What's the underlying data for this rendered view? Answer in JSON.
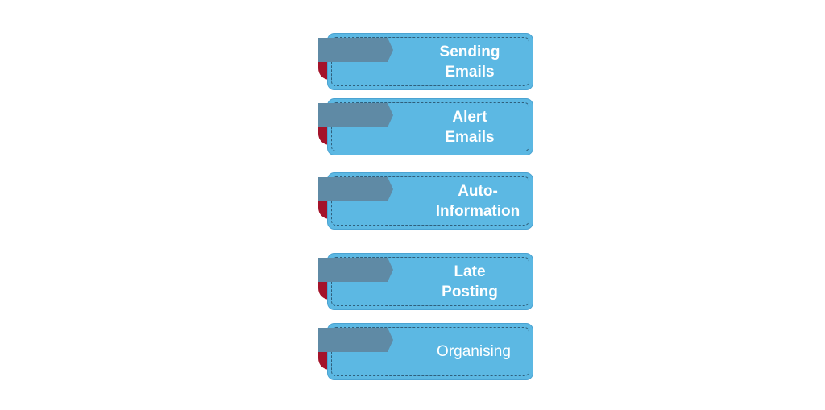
{
  "colors": {
    "card_fill": "#5cb8e3",
    "card_border": "#4aa3d2",
    "dash": "#2f5f7c",
    "tab": "#5f8aa5",
    "curl": "#a4132a",
    "text": "#ffffff"
  },
  "items": [
    {
      "label": "Sending\nEmails"
    },
    {
      "label": "Alert\nEmails"
    },
    {
      "label": "Auto-\nInformation"
    },
    {
      "label": "Late\nPosting"
    },
    {
      "label": "Organising"
    }
  ]
}
